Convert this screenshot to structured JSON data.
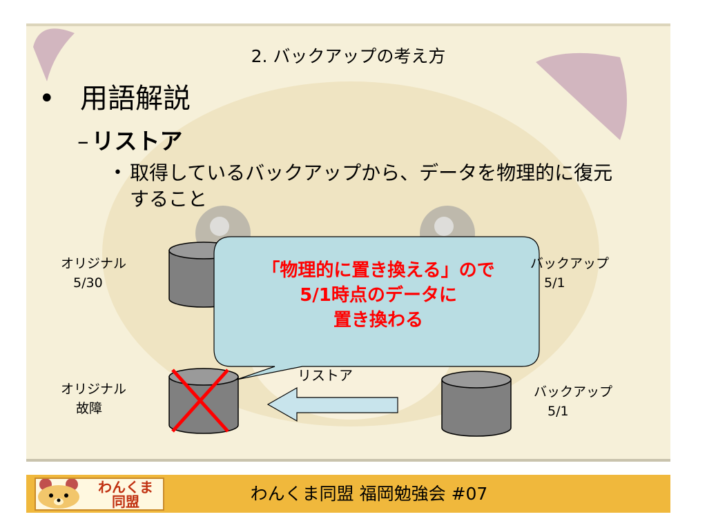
{
  "slide": {
    "title": "2. バックアップの考え方",
    "bullet1": "用語解説",
    "bullet1_marker": "•",
    "bullet2_marker": "–",
    "bullet2": "リストア",
    "bullet3_marker": "•",
    "bullet3": "取得しているバックアップから、データを物理的に復元すること"
  },
  "diagram": {
    "top_left_label_1": "オリジナル",
    "top_left_label_2": "5/30",
    "top_right_label_1": "バックアップ",
    "top_right_label_2": "5/1",
    "bottom_left_label_1": "オリジナル",
    "bottom_left_label_2": "故障",
    "bottom_right_label_1": "バックアップ",
    "bottom_right_label_2": "5/1",
    "arrow_label": "リストア",
    "callout_line_1": "「物理的に置き換える」ので",
    "callout_line_2": "5/1時点のデータに",
    "callout_line_3": "置き換わる"
  },
  "footer": {
    "text": "わんくま同盟 福岡勉強会 #07",
    "logo_line_1": "わんくま",
    "logo_line_2": "同盟"
  },
  "colors": {
    "slide_bg": "#f6f0d9",
    "footer_bg": "#f0b83c",
    "callout_fill": "#b9dde3",
    "callout_text": "#ff0000",
    "cylinder": "#808080",
    "cross": "#ff0000"
  }
}
